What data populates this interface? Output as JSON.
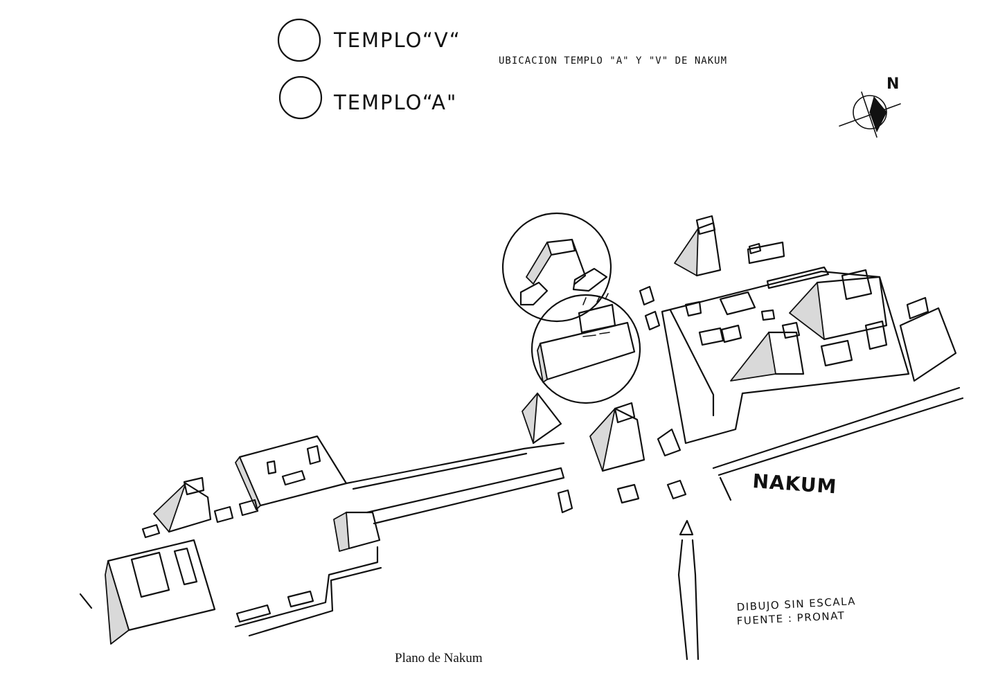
{
  "legend": {
    "items": [
      {
        "label": "TEMPLO“V“"
      },
      {
        "label": "TEMPLO“A\""
      }
    ]
  },
  "map": {
    "heading": "UBICACION TEMPLO \"A\" Y \"V\" DE NAKUM",
    "site_label": "NAKUM",
    "north_label": "N",
    "note_scale": "DIBUJO SIN ESCALA",
    "note_source": "FUENTE : PRONAT",
    "caption": "Plano de Nakum"
  },
  "icons": {
    "north_arrow": "compass-north-arrow",
    "legend_marker": "circle-outline"
  }
}
